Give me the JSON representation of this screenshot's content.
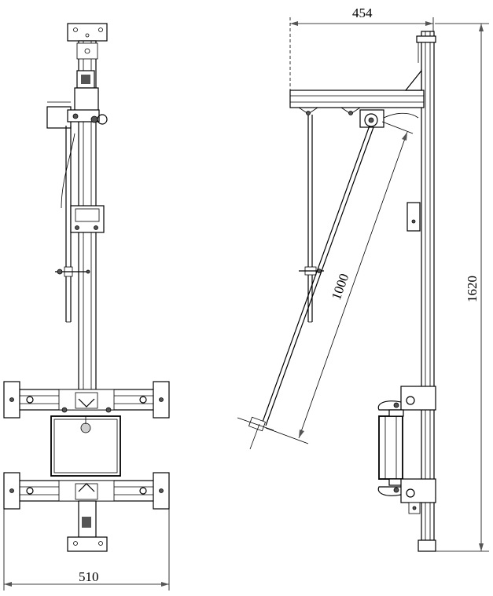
{
  "dimensions": {
    "front_width": "510",
    "side_width": "454",
    "side_height": "1620",
    "arm_length": "1000"
  },
  "colors": {
    "line": "#000000",
    "background": "#ffffff"
  }
}
